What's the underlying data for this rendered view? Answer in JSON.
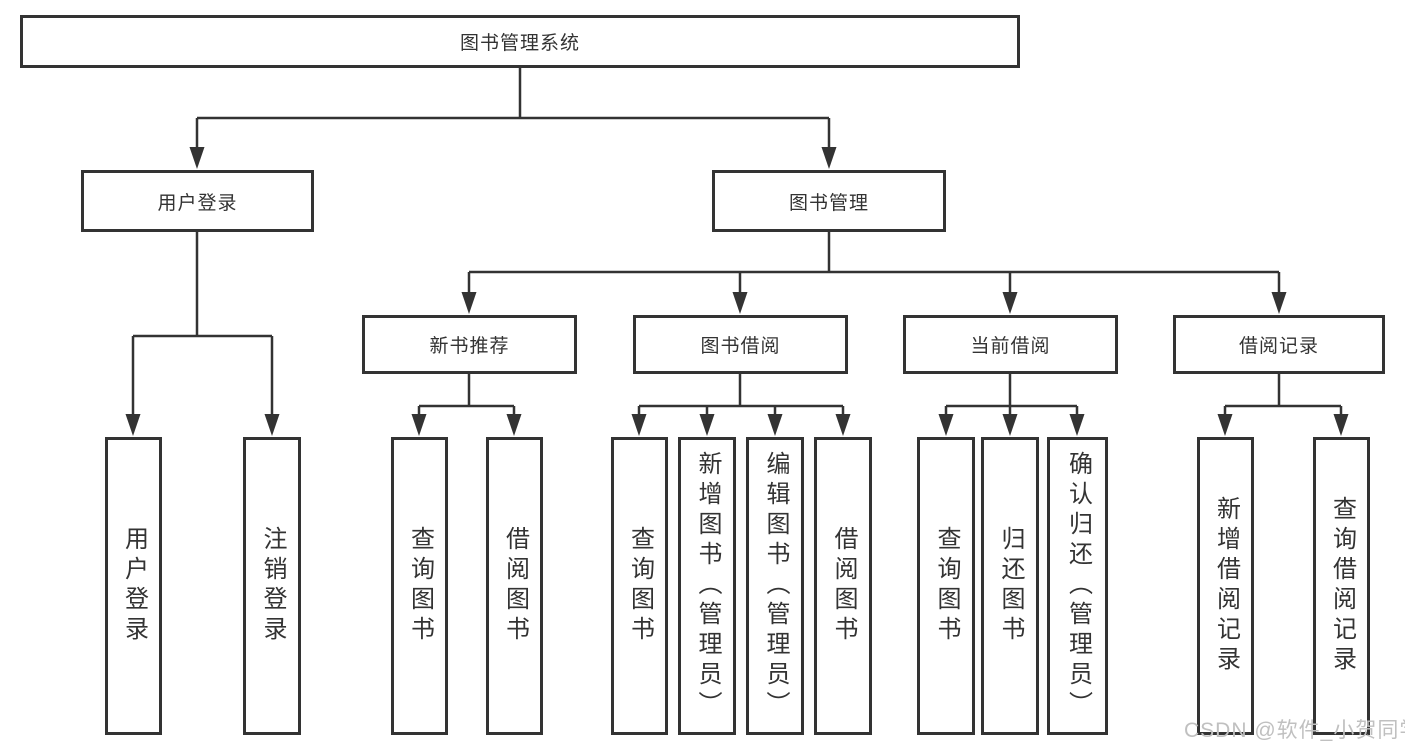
{
  "diagram": {
    "root": {
      "label": "图书管理系统",
      "children": [
        {
          "label": "用户登录",
          "children": [
            {
              "label": "用户登录"
            },
            {
              "label": "注销登录"
            }
          ]
        },
        {
          "label": "图书管理",
          "children": [
            {
              "label": "新书推荐",
              "children": [
                {
                  "label": "查询图书"
                },
                {
                  "label": "借阅图书"
                }
              ]
            },
            {
              "label": "图书借阅",
              "children": [
                {
                  "label": "查询图书"
                },
                {
                  "label": "新增图书（管理员）"
                },
                {
                  "label": "编辑图书（管理员）"
                },
                {
                  "label": "借阅图书"
                }
              ]
            },
            {
              "label": "当前借阅",
              "children": [
                {
                  "label": "查询图书"
                },
                {
                  "label": "归还图书"
                },
                {
                  "label": "确认归还（管理员）"
                }
              ]
            },
            {
              "label": "借阅记录",
              "children": [
                {
                  "label": "新增借阅记录"
                },
                {
                  "label": "查询借阅记录"
                }
              ]
            }
          ]
        }
      ]
    }
  },
  "colors": {
    "line": "#333333",
    "box_fill": "#ffffff",
    "text": "#333333",
    "watermark": "#c0c0c0"
  },
  "watermark": {
    "text": "CSDN @软件_小贺同学"
  }
}
